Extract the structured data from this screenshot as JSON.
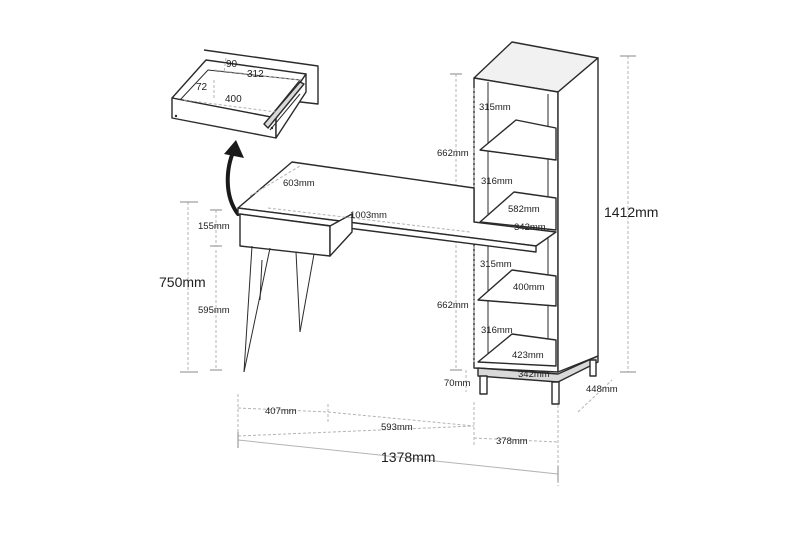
{
  "diagram": {
    "drawer": {
      "depth": "90",
      "width_inner": "312",
      "height": "72",
      "width_outer": "400"
    },
    "desk": {
      "top_depth": "603mm",
      "top_length": "1003mm",
      "drawer_height": "155mm",
      "total_height": "750mm",
      "leg_height": "595mm"
    },
    "bookcase": {
      "upper_section": "662mm",
      "lower_section": "662mm",
      "shelf_1": "315mm",
      "shelf_2": "316mm",
      "shelf_3": "315mm",
      "shelf_4": "316mm",
      "total_height": "1412mm",
      "width_upper": "582mm",
      "inner_depth_upper": "342mm",
      "shelf_width": "400mm",
      "inner_width_lower": "423mm",
      "inner_depth_lower": "342mm",
      "base_height": "70mm",
      "depth": "448mm"
    },
    "footprint": {
      "seg_left": "407mm",
      "seg_mid": "593mm",
      "seg_right": "378mm",
      "total": "1378mm"
    }
  }
}
